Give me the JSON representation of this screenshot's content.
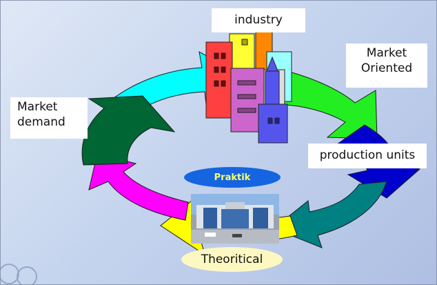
{
  "labels": {
    "industry": "industry",
    "market_oriented_line1": "Market",
    "market_oriented_line2": "Oriented",
    "production_units": "production units",
    "market_demand_line1": "Market",
    "market_demand_line2": "demand"
  },
  "ovals": {
    "praktik": "Praktik",
    "theoritical": "Theoritical"
  },
  "colors": {
    "arrow_cyan": "#00ffff",
    "arrow_green": "#22ee22",
    "arrow_blue": "#0000cc",
    "arrow_teal": "#008080",
    "arrow_yellow": "#ffff00",
    "arrow_magenta": "#ff00ff",
    "arrow_dark_green": "#006633",
    "arrow_red": "#dd1111",
    "praktik_oval": "#1565e0",
    "praktik_text": "#ffff66",
    "theoritical_oval": "#fdf8c2"
  },
  "icons": {
    "buildings": "city-buildings-icon",
    "campus_photo": "campus-building-photo"
  }
}
